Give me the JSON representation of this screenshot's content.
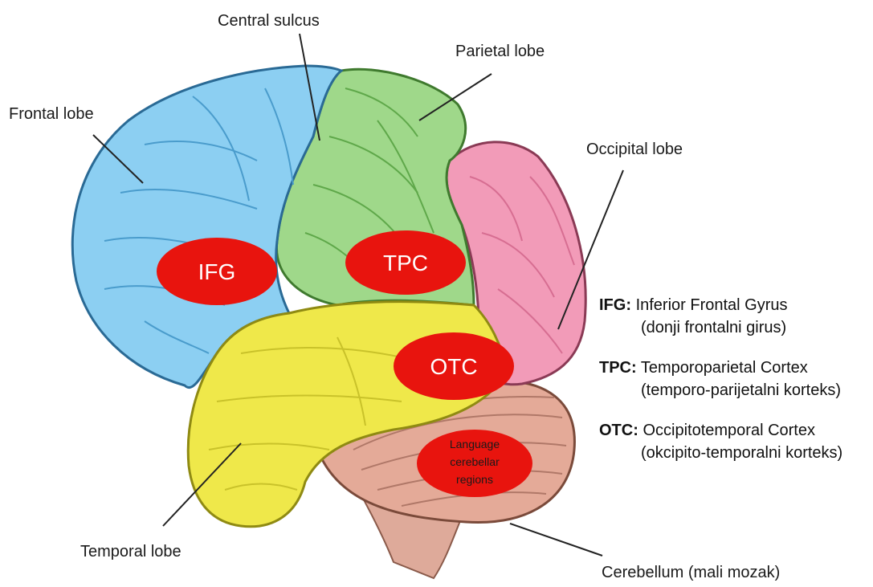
{
  "labels": {
    "central_sulcus": "Central sulcus",
    "parietal_lobe": "Parietal lobe",
    "frontal_lobe": "Frontal lobe",
    "occipital_lobe": "Occipital lobe",
    "temporal_lobe": "Temporal lobe",
    "cerebellum": "Cerebellum (mali mozak)"
  },
  "regions": {
    "ifg": "IFG",
    "tpc": "TPC",
    "otc": "OTC",
    "cerebellar": [
      "Language",
      "cerebellar",
      "regions"
    ]
  },
  "legend": [
    {
      "abbr": "IFG:",
      "name": "Inferior Frontal Gyrus",
      "translation": "(donji frontalni girus)"
    },
    {
      "abbr": "TPC:",
      "name": "Temporoparietal Cortex",
      "translation": "(temporo-parijetalni korteks)"
    },
    {
      "abbr": "OTC:",
      "name": "Occipitotemporal Cortex",
      "translation": "(okcipito-temporalni korteks)"
    }
  ],
  "colors": {
    "frontal": "#8ccff2",
    "parietal": "#9fd88a",
    "occipital": "#f29bb8",
    "temporal": "#efe84a",
    "cerebellum": "#e4aa98",
    "region_oval": "#e8140e"
  }
}
